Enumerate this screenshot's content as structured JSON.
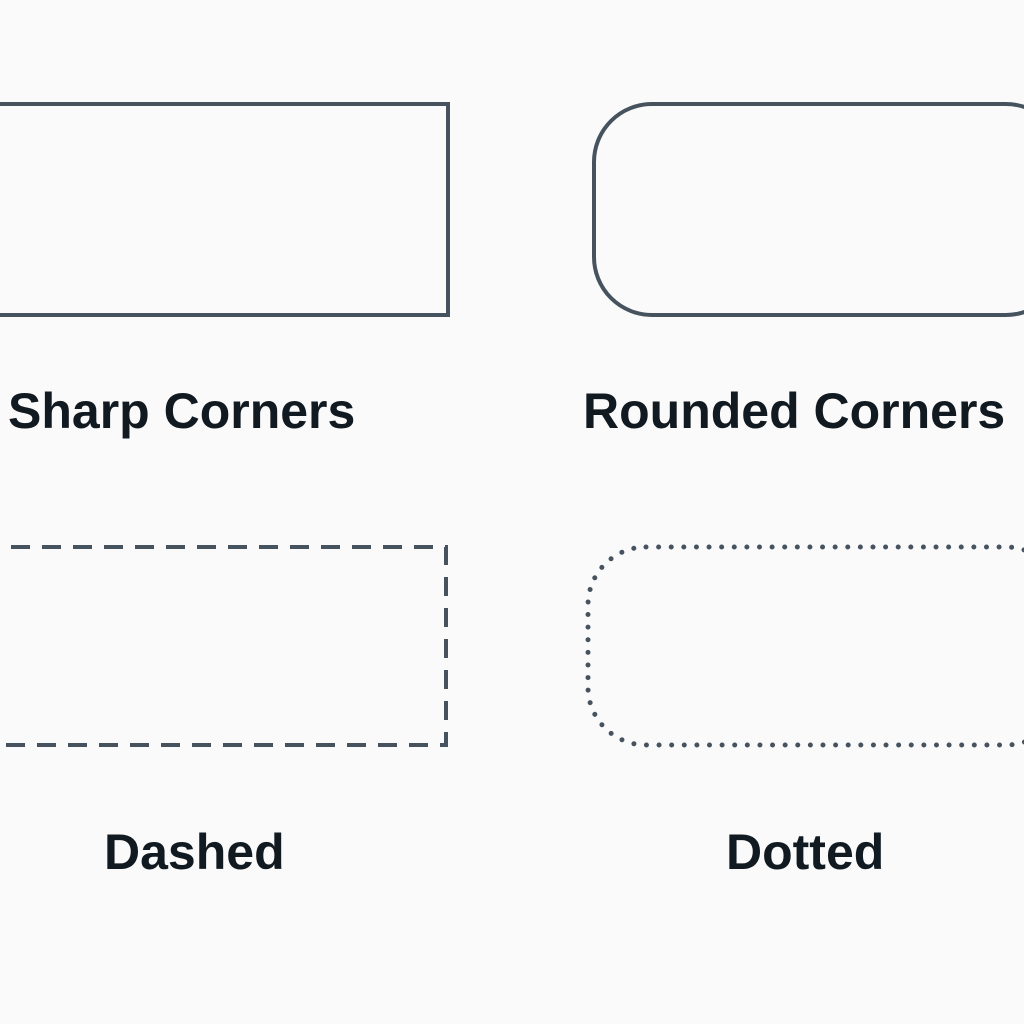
{
  "colors": {
    "background": "#fafafa",
    "outline": "#46535f",
    "text": "#121a21"
  },
  "labels": {
    "sharp": "Sharp Corners",
    "rounded": "Rounded Corners",
    "dashed": "Dashed",
    "dotted": "Dotted"
  }
}
